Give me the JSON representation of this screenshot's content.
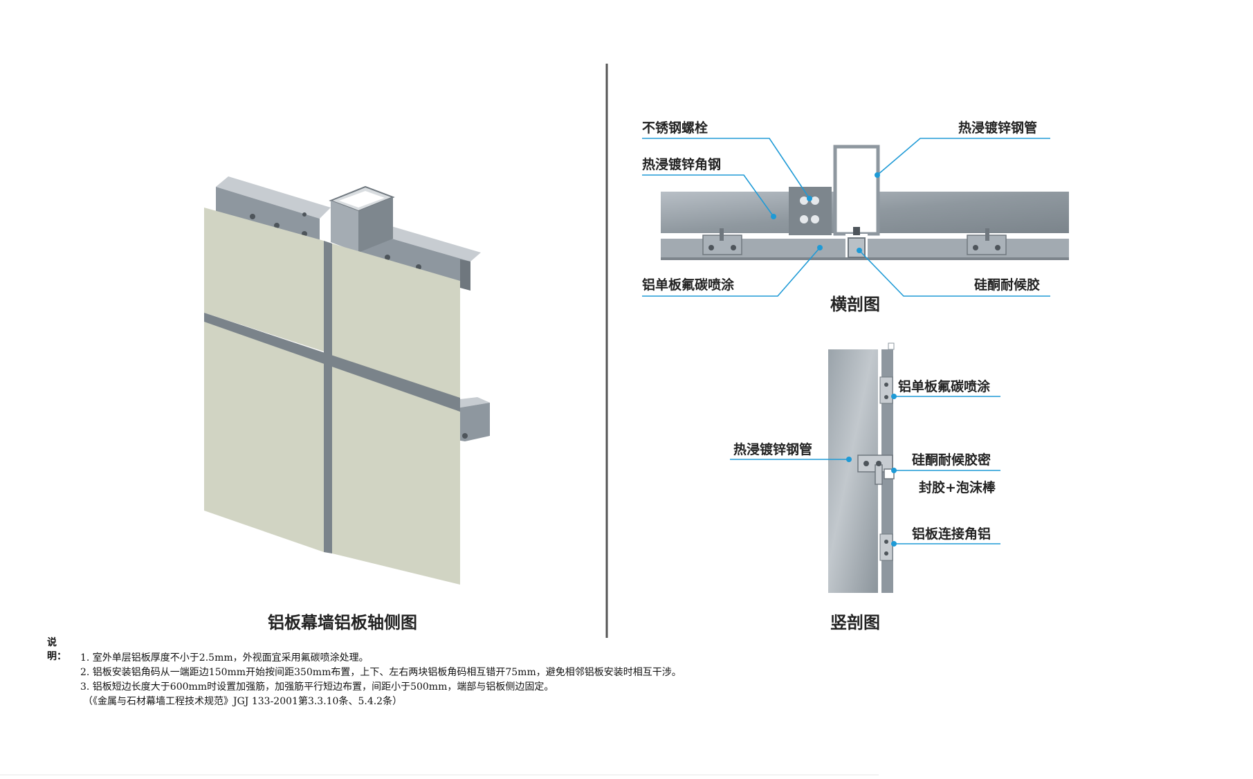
{
  "iso_title": "铝板幕墙铝板轴侧图",
  "cross_section": {
    "title": "横剖图",
    "labels": {
      "bolt": "不锈钢螺栓",
      "angle": "热浸镀锌角钢",
      "panel": "铝单板氟碳喷涂",
      "tube": "热浸镀锌钢管",
      "sealant": "硅酮耐候胶"
    }
  },
  "vertical_section": {
    "title": "竖剖图",
    "labels": {
      "panel": "铝单板氟碳喷涂",
      "tube": "热浸镀锌钢管",
      "sealant_1": "硅酮耐候胶密",
      "sealant_2": "封胶+泡沫棒",
      "angle": "铝板连接角铝"
    }
  },
  "notes": {
    "heading": "说明：",
    "lines": [
      "1. 室外单层铝板厚度不小于2.5mm，外视面宜采用氟碳喷涂处理。",
      "2. 铝板安装铝角码从一端距边150mm开始按间距350mm布置，上下、左右两块铝板角码相互错开75mm，避免相邻铝板安装时相互干涉。",
      "3. 铝板短边长度大于600mm时设置加强筋，加强筋平行短边布置，间距小于500mm，端部与铝板侧边固定。",
      "（《金属与石材幕墙工程技术规范》JGJ 133-2001第3.3.10条、5.4.2条）"
    ]
  },
  "colors": {
    "leader": "#1e9ad6",
    "steel": "#8e979f",
    "steel_light": "#aab2b9",
    "steel_dark": "#6f777e",
    "panel": "#d1d4c3",
    "divider": "#555555"
  }
}
